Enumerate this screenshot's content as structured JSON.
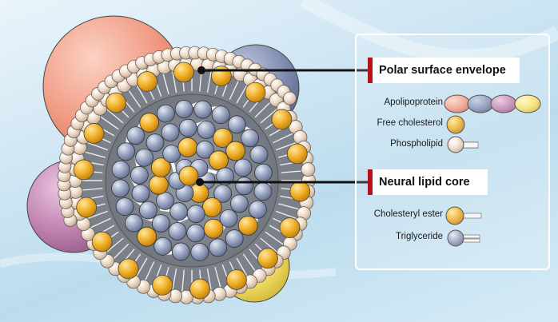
{
  "labels": {
    "surface": "Polar surface envelope",
    "core": "Neural lipid core"
  },
  "legend": {
    "apolipoprotein": "Apolipoprotein",
    "free_cholesterol": "Free cholesterol",
    "phospholipid": "Phospholipid",
    "cholesteryl_ester": "Cholesteryl ester",
    "triglyceride": "Triglyceride"
  },
  "colors": {
    "accent_bar": "#b3121b",
    "apo_salmon": "#f3a08a",
    "apo_slate": "#8591b3",
    "apo_mauve": "#c185b0",
    "apo_yellow": "#f5e06a",
    "cholesterol": "#f2b22c",
    "phospholipid_head": "#efdcc8",
    "triglyceride": "#9aa6c2"
  }
}
